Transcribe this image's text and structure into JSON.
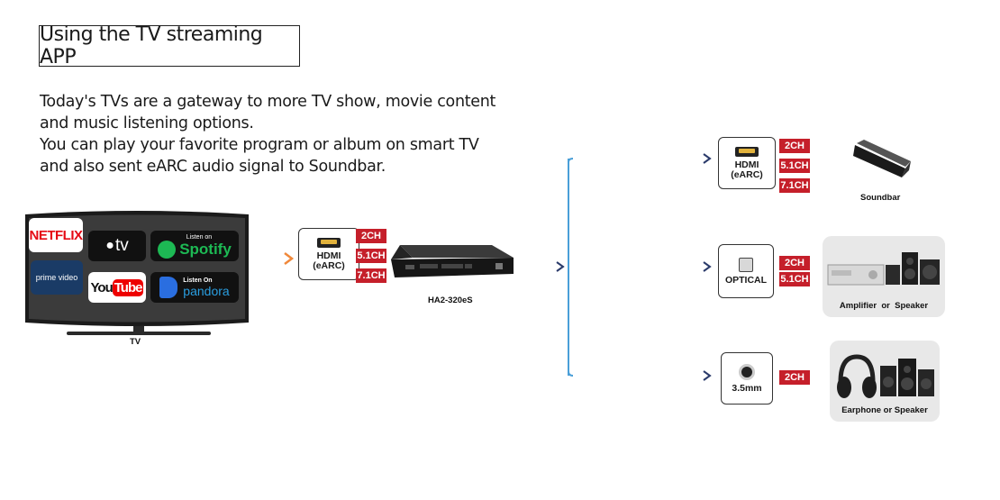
{
  "title": "Using the TV streaming APP",
  "intro_lines": [
    "Today's TVs are a gateway to more TV show, movie content",
    "and music listening options.",
    "You can play your favorite program or album on smart TV",
    "and also sent eARC audio signal to Soundbar."
  ],
  "tv": {
    "label": "TV",
    "apps": {
      "netflix": "NETFLIX",
      "appletv": "tv",
      "spotify_small": "Listen on",
      "spotify": "Spotify",
      "prime": "prime video",
      "youtube_you": "You",
      "youtube_tube": "Tube",
      "pandora_small": "Listen On",
      "pandora": "pandora"
    }
  },
  "input_port": {
    "line1": "HDMI",
    "line2": "(eARC)",
    "channels": [
      "2CH",
      "5.1CH",
      "7.1CH"
    ]
  },
  "device": {
    "label": "HA2-320eS"
  },
  "outputs": [
    {
      "line1": "HDMI",
      "line2": "(eARC)",
      "channels": [
        "2CH",
        "5.1CH",
        "7.1CH"
      ],
      "device_label": "Soundbar"
    },
    {
      "line1": "OPTICAL",
      "channels": [
        "2CH",
        "5.1CH"
      ],
      "device_label": "Amplifier  or  Speaker"
    },
    {
      "line1": "3.5mm",
      "channels": [
        "2CH"
      ],
      "device_label": "Earphone or Speaker"
    }
  ],
  "colors": {
    "channel_badge": "#c51f2a",
    "wire_blue": "#4a9fd8",
    "wire_orange": "#f0883a",
    "hdmi_gold": "#e1b23c"
  }
}
